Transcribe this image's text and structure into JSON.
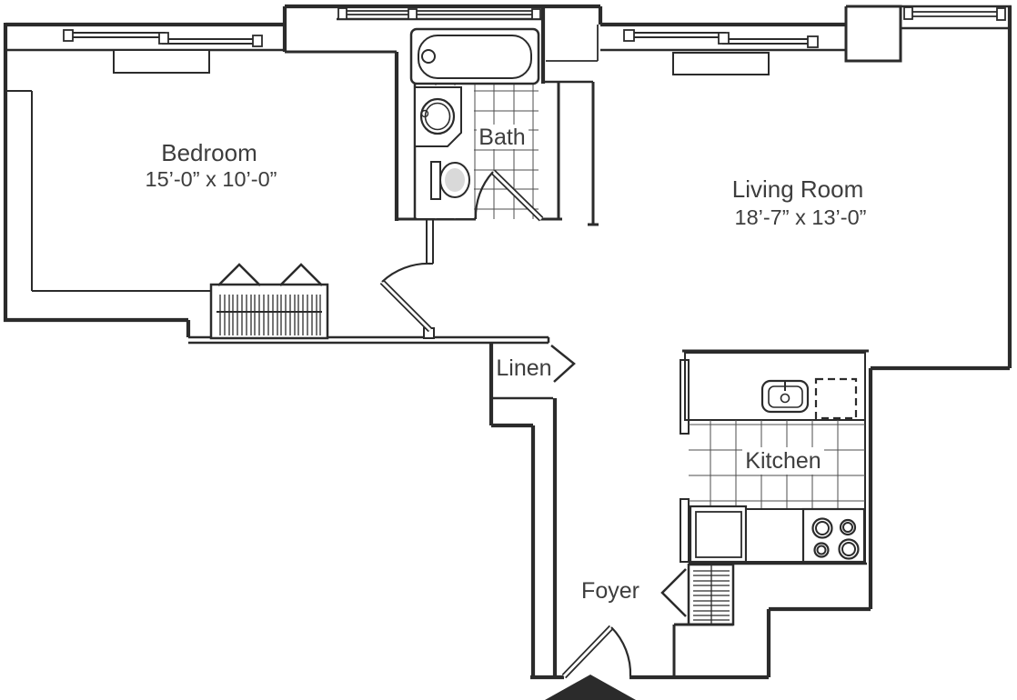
{
  "title": "One-bedroom apartment floor plan",
  "colors": {
    "walls": "#2b2b2b",
    "text": "#3d3d3d",
    "background": "#ffffff",
    "fixture_shade": "#d9d9d9"
  },
  "rooms": {
    "bedroom": {
      "label": "Bedroom",
      "dimensions": "15’-0” x 10’-0”"
    },
    "living_room": {
      "label": "Living Room",
      "dimensions": "18’-7” x 13’-0”"
    },
    "bath": {
      "label": "Bath"
    },
    "kitchen": {
      "label": "Kitchen"
    },
    "linen": {
      "label": "Linen"
    },
    "foyer": {
      "label": "Foyer"
    }
  },
  "fixtures": [
    "bathtub",
    "bathroom-sink-vanity",
    "toilet",
    "kitchen-sink",
    "dashed-appliance-space",
    "refrigerator",
    "stove-4-burners",
    "bedroom-closet-rod",
    "foyer-closet-shelves",
    "linen-closet"
  ],
  "markers": {
    "entrance": "black-triangle-arrow"
  }
}
